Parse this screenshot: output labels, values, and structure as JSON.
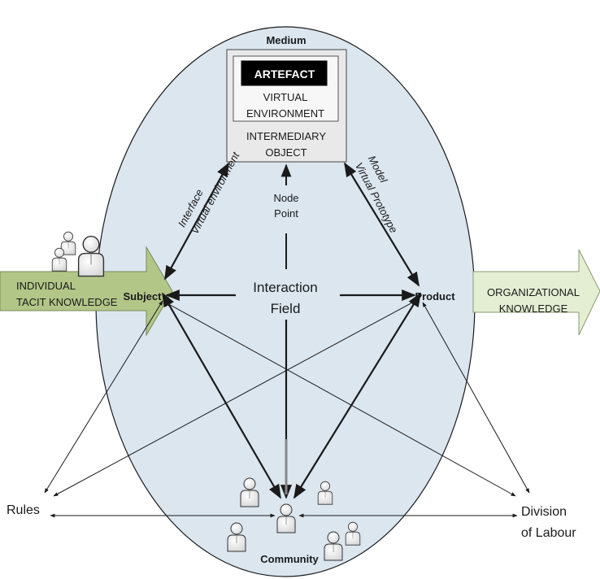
{
  "medium_label": "Medium",
  "artefact_label": "ARTEFACT",
  "virtual_environment_line1": "VIRTUAL",
  "virtual_environment_line2": "ENVIRONMENT",
  "intermediary_line1": "INTERMEDIARY",
  "intermediary_line2": "OBJECT",
  "interface_label": "Interface",
  "interface_sub_label": "Virtual environment",
  "model_label": "Model",
  "model_sub_label": "Virtual Prototype",
  "node_point_line1": "Node",
  "node_point_line2": "Point",
  "interaction_field_line1": "Interaction",
  "interaction_field_line2": "Field",
  "subject_label": "Subject",
  "product_label": "Product",
  "individual_line1": "INDIVIDUAL",
  "individual_line2": "TACIT KNOWLEDGE",
  "organizational_line1": "ORGANIZATIONAL",
  "organizational_line2": "KNOWLEDGE",
  "rules_label": "Rules",
  "division_line1": "Division",
  "division_line2": "of Labour",
  "community_label": "Community",
  "colors": {
    "ellipse_fill": "#dbe6ef",
    "ellipse_stroke": "#1c1c1c",
    "green_arrow": "#b2c688",
    "light_green_arrow": "#e3eed3",
    "artefact_bg": "#000000",
    "box_fill": "#e9e9e9"
  }
}
